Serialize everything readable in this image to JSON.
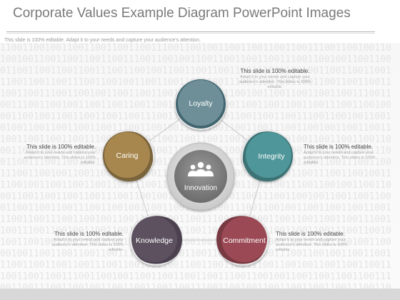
{
  "slide": {
    "title": "Corporate Values Example Diagram PowerPoint Images",
    "subtitle": "This slide is 100% editable. Adapt it to your needs and capture your audience's attention.",
    "background_pattern": "11001100100110011001100110011100110010011001100110011001"
  },
  "diagram": {
    "center": {
      "label": "Innovation",
      "icon": "people-group-icon"
    },
    "nodes": [
      {
        "label": "Loyalty",
        "color": "#6e8f98"
      },
      {
        "label": "Integrity",
        "color": "#4e9699"
      },
      {
        "label": "Commitment",
        "color": "#9b4a55"
      },
      {
        "label": "Knowledge",
        "color": "#5d5160"
      },
      {
        "label": "Caring",
        "color": "#a8874f"
      }
    ],
    "captions": [
      {
        "heading": "This slide is 100% editable.",
        "body": "Adapt it to your needs and capture your audience's attention. This slides is 100% editable."
      },
      {
        "heading": "This slide is 100% editable.",
        "body": "Adapt it to your needs and capture your audience's attention. This slides is 100% editable."
      },
      {
        "heading": "This slide is 100% editable.",
        "body": "Adapt it to your needs and capture your audience's attention. This slides is 100% editable."
      },
      {
        "heading": "This slide is 100% editable.",
        "body": "Adapt it to your needs and capture your audience's attention. This slides is 100% editable."
      },
      {
        "heading": "This slide is 100% editable.",
        "body": "Adapt it to your needs and capture your audience's attention. This slides is 100% editable."
      }
    ]
  }
}
